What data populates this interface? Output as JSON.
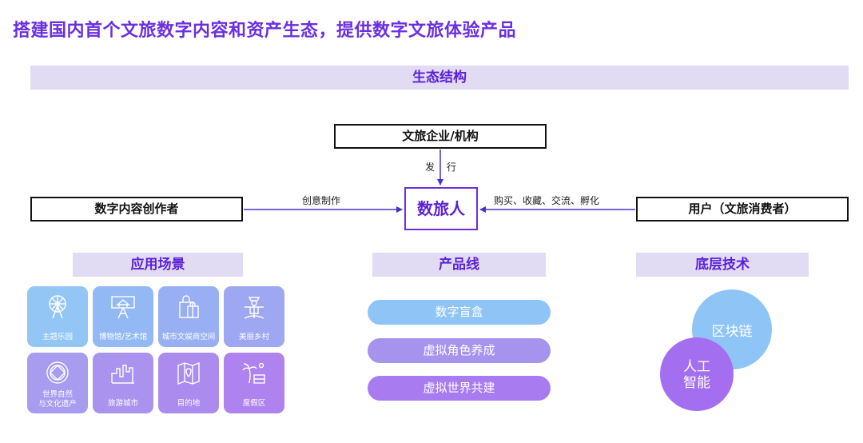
{
  "title": "搭建国内首个文旅数字内容和资产生态，提供数字文旅体验产品",
  "ecosystem": {
    "header": "生态结构",
    "center": "数旅人",
    "top": "文旅企业/机构",
    "left": "数字内容创作者",
    "right": "用户（文旅消费者）",
    "top_edge_label_1": "发",
    "top_edge_label_2": "行",
    "left_edge_label": "创意制作",
    "right_edge_label": "购买、收藏、交流、孵化"
  },
  "sections": {
    "apps": "应用场景",
    "products": "产品线",
    "tech": "底层技术"
  },
  "scenes": [
    {
      "label": "主题乐园",
      "icon": "ferris-wheel-icon"
    },
    {
      "label": "博物馆/艺术馆",
      "icon": "museum-icon"
    },
    {
      "label": "城市文娱商空间",
      "icon": "shopping-bag-icon"
    },
    {
      "label": "美丽乡村",
      "icon": "scarecrow-icon"
    },
    {
      "label_line1": "世界自然",
      "label_line2": "与文化遗产",
      "icon": "world-heritage-icon"
    },
    {
      "label": "旅游城市",
      "icon": "city-skyline-icon"
    },
    {
      "label": "目的地",
      "icon": "map-pin-icon"
    },
    {
      "label": "度假区",
      "icon": "palm-tree-icon"
    }
  ],
  "products": [
    "数字盲盒",
    "虚拟角色养成",
    "虚拟世界共建"
  ],
  "tech": [
    "区块链",
    "人工",
    "智能"
  ],
  "colors": {
    "accent": "#6a2fe0",
    "band": "#e1dbf4",
    "pill_1": "#8ec4f6",
    "pill_2": "#a593ee",
    "pill_3": "#a97bf0",
    "circle_blockchain": "#8ec4f6",
    "circle_ai": "#a46ef0"
  }
}
